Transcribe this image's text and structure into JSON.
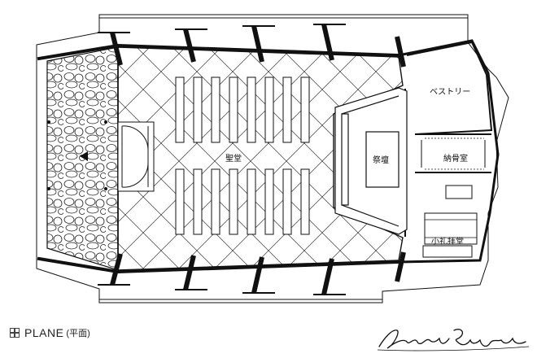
{
  "rooms": {
    "nave": "聖堂",
    "altar": "祭壇",
    "vestry": "ベストリー",
    "ossuary": "納骨室",
    "small_chapel": "小礼拝堂"
  },
  "caption": {
    "title": "PLANE",
    "subtitle": "(平面)",
    "icon": "grid-icon"
  },
  "signature": {
    "kind": "handwritten-signature",
    "text": "Antonin Raymond"
  },
  "colors": {
    "ink": "#111111",
    "paper": "#ffffff"
  }
}
